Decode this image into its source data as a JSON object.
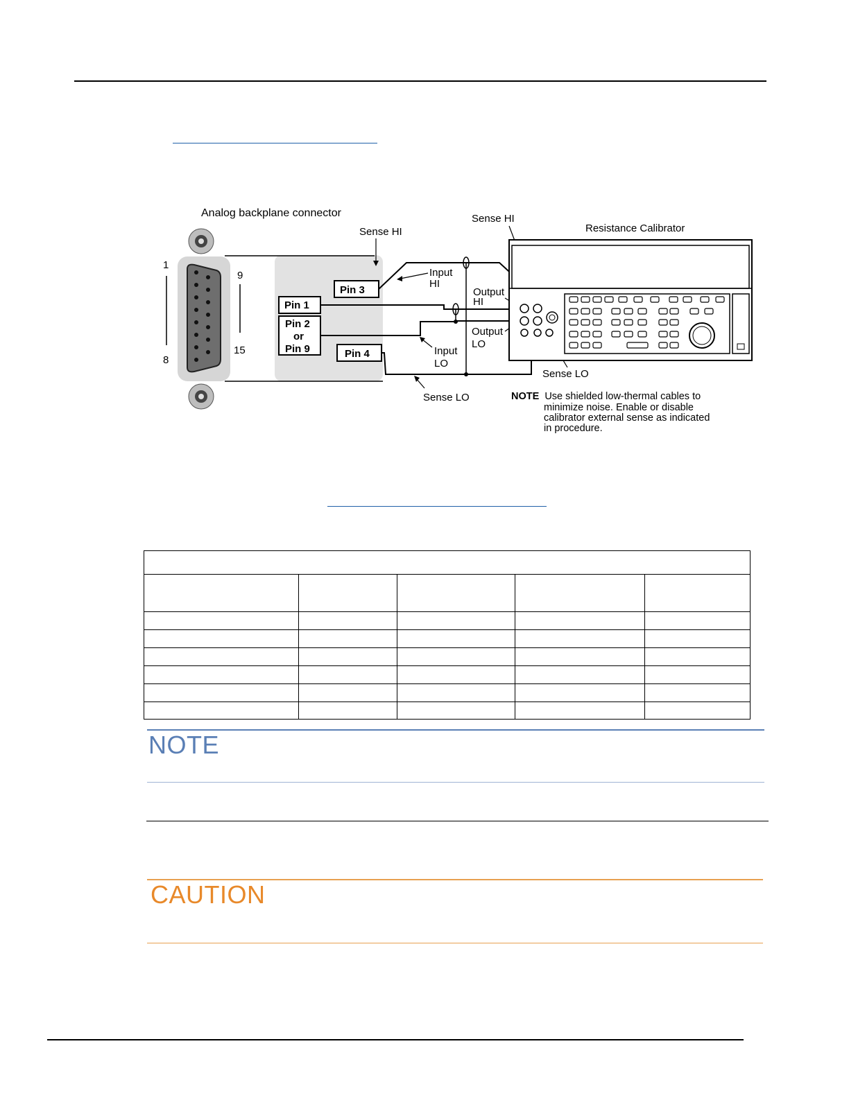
{
  "diagram": {
    "connector_title": "Analog backplane connector",
    "calibrator_title": "Resistance Calibrator",
    "pin_numbers": {
      "p1": "1",
      "p8": "8",
      "p9": "9",
      "p15": "15"
    },
    "pins": {
      "pin1": "Pin 1",
      "pin2": "Pin 2",
      "or": "or",
      "pin9": "Pin 9",
      "pin3": "Pin 3",
      "pin4": "Pin 4"
    },
    "labels": {
      "sense_hi_left": "Sense HI",
      "sense_hi_top": "Sense HI",
      "input": "Input",
      "hi": "HI",
      "input_lo_1": "Input",
      "input_lo_2": "LO",
      "output_hi_1": "Output",
      "output_hi_2": "HI",
      "output_lo_1": "Output",
      "output_lo_2": "LO",
      "sense_lo_right": "Sense LO",
      "sense_lo_bottom": "Sense LO"
    },
    "note": {
      "prefix": "NOTE",
      "line1": "Use shielded low-thermal cables to",
      "line2": "minimize noise. Enable or disable",
      "line3": "calibrator external sense as indicated",
      "line4": "in procedure."
    }
  },
  "table": {
    "rows": 8,
    "columns": 5
  },
  "note_box": {
    "title": "NOTE"
  },
  "caution_box": {
    "title": "CAUTION"
  },
  "colors": {
    "note": "#5a7fb5",
    "caution": "#e8892a",
    "link": "#1f5fa8"
  }
}
